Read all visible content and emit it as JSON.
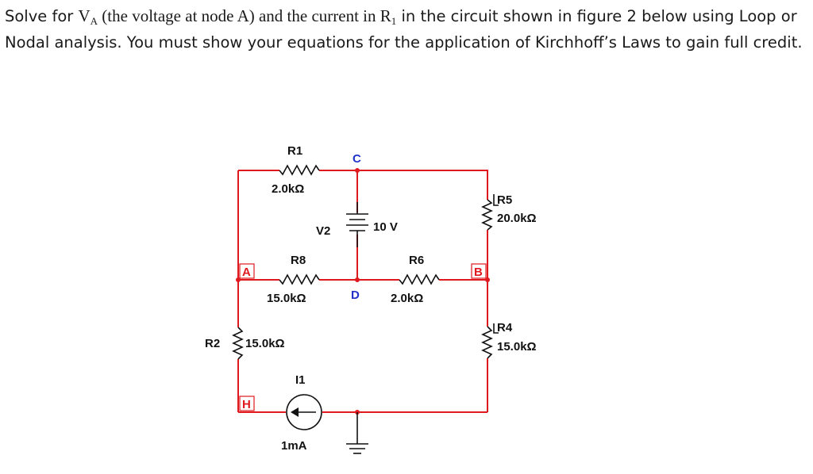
{
  "question": {
    "part1": "Solve for ",
    "va_main": "V",
    "va_sub": "A",
    "part2": " (the voltage at node A) and the current in ",
    "r1_main": "R",
    "r1_sub": "1",
    "part3": " in the circuit shown in figure 2 below using Loop or Nodal analysis. You must show your equations for the application of Kirchhoff’s Laws to gain full credit."
  },
  "circuit": {
    "components": {
      "r1": {
        "name": "R1",
        "value": "2.0kΩ"
      },
      "r2": {
        "name": "R2",
        "value": "15.0kΩ"
      },
      "r4": {
        "name": "R4",
        "value": "15.0kΩ"
      },
      "r5": {
        "name": "R5",
        "value": "20.0kΩ"
      },
      "r6": {
        "name": "R6",
        "value": "2.0kΩ"
      },
      "r8": {
        "name": "R8",
        "value": "15.0kΩ"
      },
      "v2": {
        "name": "V2",
        "value": "10 V"
      },
      "i1": {
        "name": "I1",
        "value": "1mA"
      }
    },
    "nodes": {
      "a": "A",
      "b": "B",
      "c": "C",
      "d": "D",
      "h": "H"
    },
    "colors": {
      "wire": "#e0191f",
      "node_a": "#e0191f",
      "node_b": "#e0191f",
      "node_c": "#2233cc",
      "node_d": "#2233cc",
      "node_h": "#e0191f",
      "component": "#111111"
    }
  }
}
